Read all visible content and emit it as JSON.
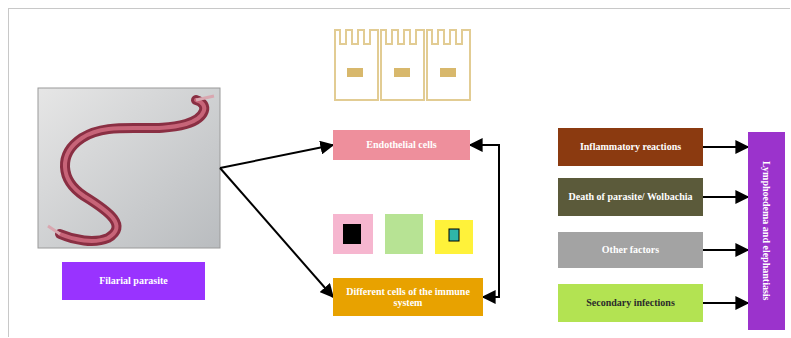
{
  "diagram": {
    "nodes": [
      {
        "text": [
          "Filarial parasite"
        ]
      },
      {
        "text": [
          "Endothelial cells"
        ]
      },
      {
        "text": [
          "Different cells of the immune system"
        ]
      },
      {
        "text": [
          "Inflammatory reactions"
        ]
      },
      {
        "text": [
          "Death of parasite/ Wolbachia"
        ]
      },
      {
        "text": [
          "Other factors"
        ]
      },
      {
        "text": [
          "Secondary infections"
        ]
      },
      {
        "text": [
          "Lymphoedema and elephantiasis"
        ]
      }
    ],
    "edges": [
      {
        "from": 0,
        "to": 1,
        "arrow": "to"
      },
      {
        "from": 0,
        "to": 2,
        "arrow": "to"
      },
      {
        "from": 1,
        "to": 2,
        "arrow": "both"
      },
      {
        "from": 3,
        "to": 7,
        "arrow": "to"
      },
      {
        "from": 4,
        "to": 7,
        "arrow": "to"
      },
      {
        "from": 5,
        "to": 7,
        "arrow": "to"
      },
      {
        "from": 6,
        "to": 7,
        "arrow": "to"
      }
    ]
  }
}
